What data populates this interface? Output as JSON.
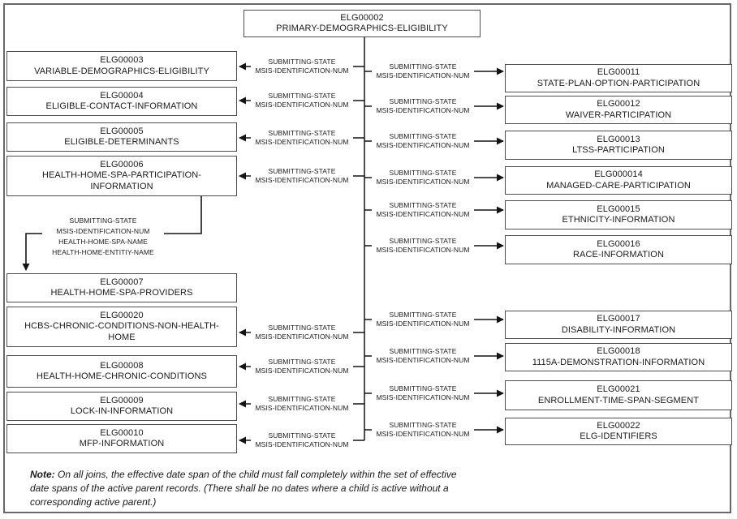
{
  "diagram": {
    "root": {
      "id": "ELG00002",
      "name": "PRIMARY-DEMOGRAPHICS-ELIGIBILITY"
    },
    "left_children": [
      {
        "id": "ELG00003",
        "name": "VARIABLE-DEMOGRAPHICS-ELIGIBILITY"
      },
      {
        "id": "ELG00004",
        "name": "ELIGIBLE-CONTACT-INFORMATION"
      },
      {
        "id": "ELG00005",
        "name": "ELIGIBLE-DETERMINANTS"
      },
      {
        "id": "ELG00006",
        "name": "HEALTH-HOME-SPA-PARTICIPATION-\nINFORMATION"
      },
      {
        "id": "ELG00007",
        "name": "HEALTH-HOME-SPA-PROVIDERS"
      },
      {
        "id": "ELG00020",
        "name": "HCBS-CHRONIC-CONDITIONS-NON-HEALTH-\nHOME"
      },
      {
        "id": "ELG00008",
        "name": "HEALTH-HOME-CHRONIC-CONDITIONS"
      },
      {
        "id": "ELG00009",
        "name": "LOCK-IN-INFORMATION"
      },
      {
        "id": "ELG00010",
        "name": "MFP-INFORMATION"
      }
    ],
    "right_children": [
      {
        "id": "ELG00011",
        "name": "STATE-PLAN-OPTION-PARTICIPATION"
      },
      {
        "id": "ELG00012",
        "name": "WAIVER-PARTICIPATION"
      },
      {
        "id": "ELG00013",
        "name": "LTSS-PARTICIPATION"
      },
      {
        "id": "ELG000014",
        "name": "MANAGED-CARE-PARTICIPATION"
      },
      {
        "id": "ELG00015",
        "name": "ETHNICITY-INFORMATION"
      },
      {
        "id": "ELG00016",
        "name": "RACE-INFORMATION"
      },
      {
        "id": "ELG00017",
        "name": "DISABILITY-INFORMATION"
      },
      {
        "id": "ELG00018",
        "name": "1115A-DEMONSTRATION-INFORMATION"
      },
      {
        "id": "ELG00021",
        "name": "ENROLLMENT-TIME-SPAN-SEGMENT"
      },
      {
        "id": "ELG00022",
        "name": "ELG-IDENTIFIERS"
      }
    ],
    "join_label": {
      "line1": "SUBMITTING-STATE",
      "line2": "MSIS-IDENTIFICATION-NUM"
    },
    "spa_join_label": {
      "line1": "SUBMITTING-STATE",
      "line2": "MSIS-IDENTIFICATION-NUM",
      "line3": "HEALTH-HOME-SPA-NAME",
      "line4": "HEALTH-HOME-ENTITIY-NAME"
    },
    "note": {
      "prefix": "Note:",
      "body": "On all joins, the effective date span of the child must fall completely within the set of effective\ndate spans of the active parent records. (There shall be no dates where a child is active without a\ncorresponding active parent.)"
    },
    "colors": {
      "line": "#141414",
      "box_border": "#4d4d4d",
      "text": "#1a1a1a",
      "outer_border": "#686868"
    }
  }
}
